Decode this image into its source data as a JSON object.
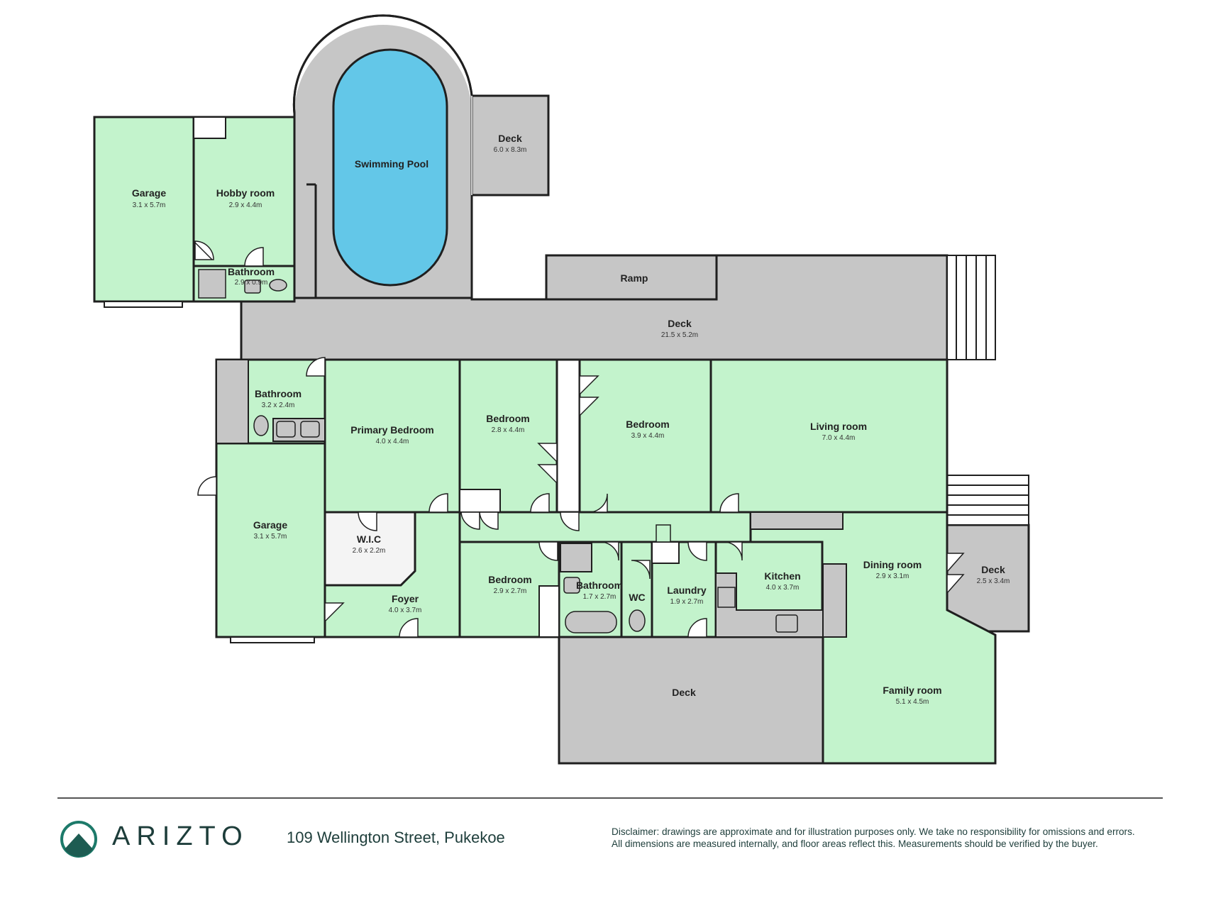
{
  "rooms": {
    "garage_top": {
      "name": "Garage",
      "dims": "3.1 x 5.7m"
    },
    "hobby": {
      "name": "Hobby room",
      "dims": "2.9 x 4.4m"
    },
    "bath_top": {
      "name": "Bathroom",
      "dims": "2.9 x 0.9m"
    },
    "pool": {
      "name": "Swimming Pool"
    },
    "deck_pool": {
      "name": "Deck",
      "dims": "6.0 x 8.3m"
    },
    "ramp": {
      "name": "Ramp"
    },
    "deck_main": {
      "name": "Deck",
      "dims": "21.5 x 5.2m"
    },
    "bath_left": {
      "name": "Bathroom",
      "dims": "3.2 x 2.4m"
    },
    "primary": {
      "name": "Primary Bedroom",
      "dims": "4.0 x 4.4m"
    },
    "bed1": {
      "name": "Bedroom",
      "dims": "2.8 x 4.4m"
    },
    "bed2": {
      "name": "Bedroom",
      "dims": "3.9 x 4.4m"
    },
    "living": {
      "name": "Living room",
      "dims": "7.0 x 4.4m"
    },
    "garage_bottom": {
      "name": "Garage",
      "dims": "3.1 x 5.7m"
    },
    "wic": {
      "name": "W.I.C",
      "dims": "2.6 x 2.2m"
    },
    "foyer": {
      "name": "Foyer",
      "dims": "4.0 x 3.7m"
    },
    "bed3": {
      "name": "Bedroom",
      "dims": "2.9 x 2.7m"
    },
    "bath_mid": {
      "name": "Bathroom",
      "dims": "1.7 x 2.7m"
    },
    "wc": {
      "name": "WC"
    },
    "laundry": {
      "name": "Laundry",
      "dims": "1.9 x 2.7m"
    },
    "kitchen": {
      "name": "Kitchen",
      "dims": "4.0 x 3.7m"
    },
    "dining": {
      "name": "Dining room",
      "dims": "2.9 x 3.1m"
    },
    "deck_right": {
      "name": "Deck",
      "dims": "2.5 x 3.4m"
    },
    "deck_bottom": {
      "name": "Deck"
    },
    "family": {
      "name": "Family room",
      "dims": "5.1 x 4.5m"
    }
  },
  "colors": {
    "room_fill": "#c3f3cc",
    "deck_fill": "#c6c6c6",
    "pool_fill": "#63c7e8",
    "wall": "#1f1f1f",
    "brand": "#1d3d3a"
  },
  "footer": {
    "brand": "ARIZTO",
    "address": "109 Wellington Street, Pukekoe",
    "disclaimer_line1": "Disclaimer: drawings are approximate and for illustration purposes only. We take no responsibility for omissions and errors.",
    "disclaimer_line2": "All dimensions are measured internally, and floor areas reflect this. Measurements should be verified by the buyer."
  }
}
